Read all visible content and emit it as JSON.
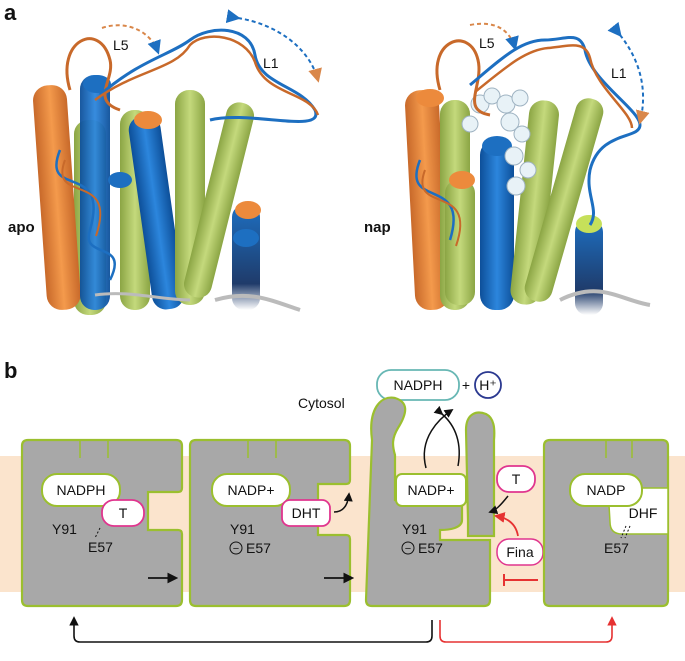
{
  "panel_a": {
    "label": "a",
    "left_structure": {
      "name": "apo",
      "loop_labels": [
        "L5",
        "L1"
      ]
    },
    "right_structure": {
      "name": "nap",
      "loop_labels": [
        "L5",
        "L1"
      ]
    }
  },
  "panel_b": {
    "label": "b",
    "compartment": "Cytosol",
    "products": {
      "cofactor": "NADPH",
      "plus": "+",
      "proton": "H⁺"
    },
    "stage1": {
      "cofactor": "NADPH",
      "substrate": "T",
      "res1": "Y91",
      "res2": "E57"
    },
    "stage2": {
      "cofactor": "NADP+",
      "product": "DHT",
      "res1": "Y91",
      "res2": "E57",
      "charge": "−"
    },
    "stage3": {
      "cofactor": "NADP+",
      "res1": "Y91",
      "res2": "E57",
      "charge": "−",
      "incoming": "T",
      "inhibitor": "Fina"
    },
    "stage4": {
      "cofactor": "NADP",
      "adduct": "DHF",
      "res2": "E57"
    }
  },
  "colors": {
    "protein": "#a8a8a8",
    "protein_outline": "#9bbf2f",
    "membrane": "#fbe4cd",
    "product_box": "#67b7b4",
    "proton_circle": "#2b3990",
    "substrate_box": "#e0358e",
    "inhibition": "#e63232",
    "helix_orange": "#ec8a3c",
    "helix_blue": "#1d6fc1",
    "helix_green": "#a9c35b"
  }
}
